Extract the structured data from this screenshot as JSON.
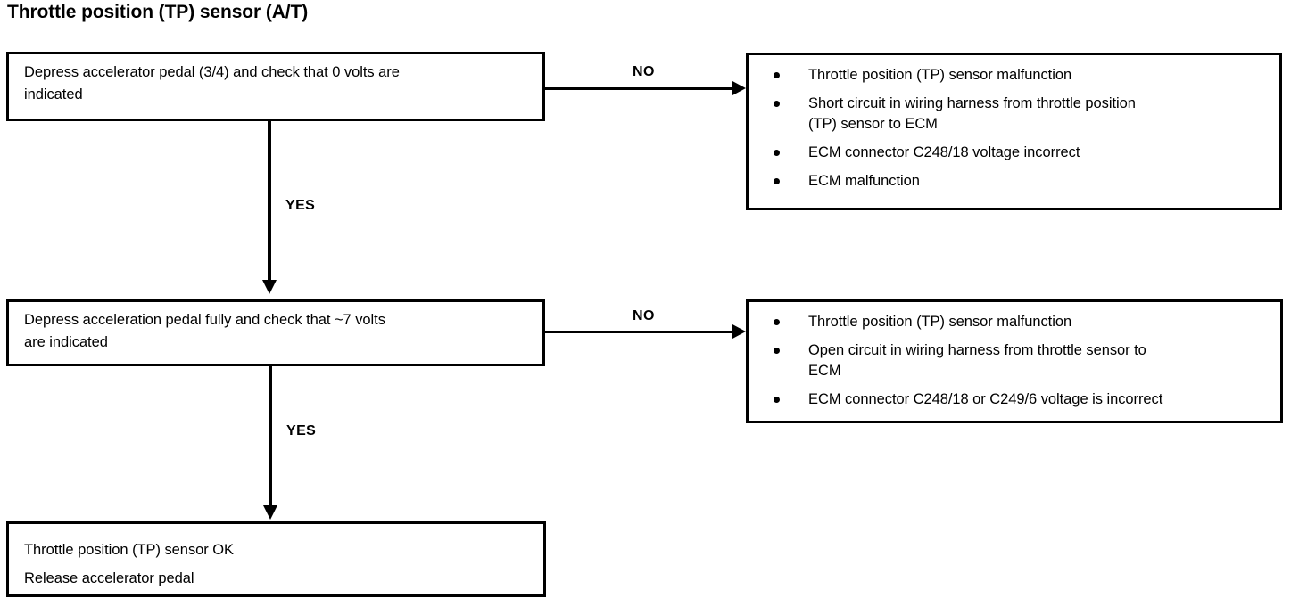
{
  "title": "Throttle position (TP) sensor (A/T)",
  "flow": {
    "steps": [
      {
        "id": "step-1",
        "lines": [
          "Depress accelerator pedal (3/4) and check that 0 volts are",
          "indicated"
        ]
      },
      {
        "id": "step-2",
        "lines": [
          "Depress acceleration pedal fully and check that ~7 volts",
          "are indicated"
        ]
      },
      {
        "id": "step-3",
        "lines": [
          "Throttle position (TP) sensor OK",
          "Release accelerator pedal"
        ]
      }
    ],
    "outcomes": [
      {
        "id": "outcome-1",
        "bullets": [
          [
            "Throttle position (TP) sensor malfunction"
          ],
          [
            "Short circuit in wiring harness from throttle position",
            "(TP) sensor to ECM"
          ],
          [
            "ECM connector C248/18 voltage incorrect"
          ],
          [
            "ECM malfunction"
          ]
        ]
      },
      {
        "id": "outcome-2",
        "bullets": [
          [
            "Throttle position (TP) sensor malfunction"
          ],
          [
            "Open circuit in wiring harness from throttle sensor to",
            "ECM"
          ],
          [
            "ECM connector C248/18 or C249/6 voltage is incorrect"
          ]
        ]
      }
    ],
    "edges": {
      "no_1": "NO",
      "yes_1": "YES",
      "no_2": "NO",
      "yes_2": "YES"
    }
  },
  "colors": {
    "stroke": "#000000",
    "background": "#ffffff"
  }
}
